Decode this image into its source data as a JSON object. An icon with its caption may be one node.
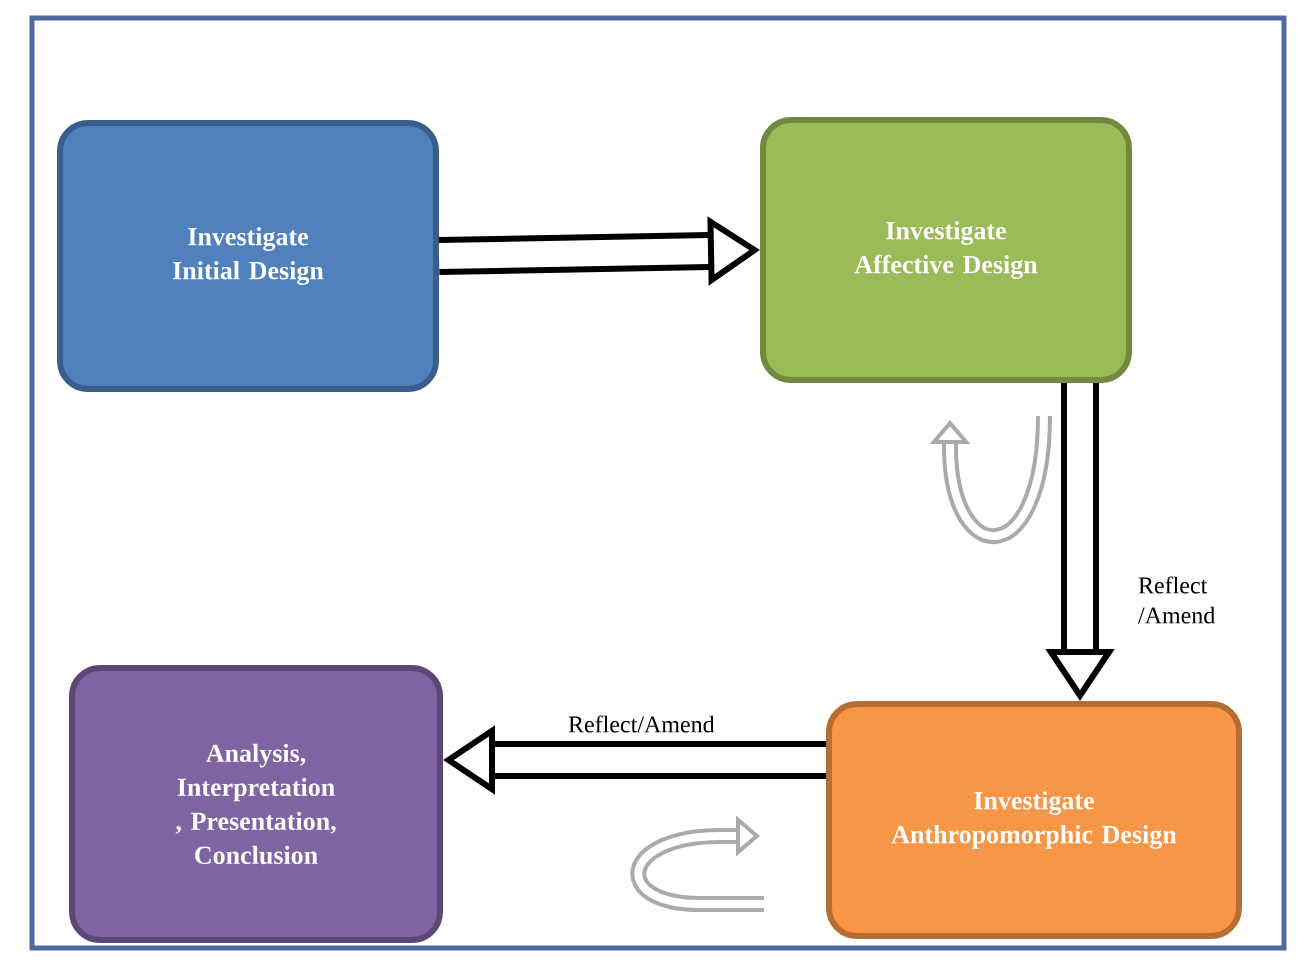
{
  "diagram": {
    "nodes": [
      {
        "text": [
          "Investigate Initial Design"
        ]
      },
      {
        "text": [
          "Investigate Affective Design"
        ]
      },
      {
        "text": [
          "Investigate Anthropomorphic Design"
        ]
      },
      {
        "text": [
          "Analysis, Interpretation , Presentation, Conclusion"
        ]
      }
    ],
    "edges": [
      {
        "from": 0,
        "to": 1,
        "arrow": "to"
      },
      {
        "from": 1,
        "to": 2,
        "arrow": "to",
        "label": "Reflect /Amend"
      },
      {
        "from": 2,
        "to": 3,
        "arrow": "to",
        "label": "Reflect/Amend"
      }
    ]
  }
}
